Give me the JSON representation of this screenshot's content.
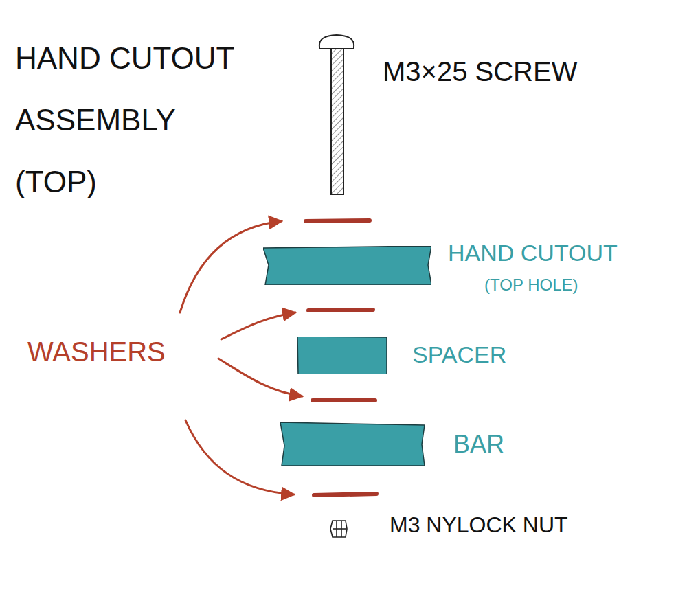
{
  "diagram": {
    "title": "HAND CUTOUT ASSEMBLY (TOP)",
    "nodes": [
      {
        "text": [
          "HAND CUTOUT",
          "(TOP HOLE)"
        ]
      },
      {
        "text": [
          "SPACER"
        ]
      },
      {
        "text": [
          "BAR"
        ]
      }
    ],
    "labels": [
      "M3×25 SCREW",
      "WASHERS",
      "M3 NYLOCK NUT"
    ]
  }
}
